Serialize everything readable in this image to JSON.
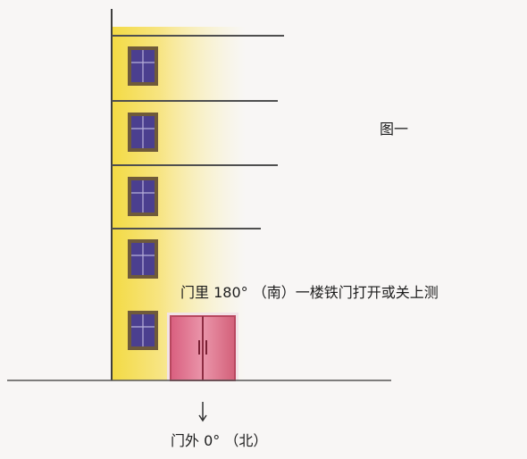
{
  "figure": {
    "title": "图一",
    "door_inside_label": "门里 180°  （南）一楼铁门打开或关上测",
    "door_outside_label": "门外 0°  （北）"
  },
  "colors": {
    "background": "#f8f6f5",
    "wall_yellow": "#f5df55",
    "wall_light": "#fbf2ba",
    "window_frame": "#6f5a3a",
    "window_glass": "#4b3f8f",
    "door_pink": "#e07b96",
    "door_dark": "#b8475f",
    "ground_line": "#555555"
  }
}
